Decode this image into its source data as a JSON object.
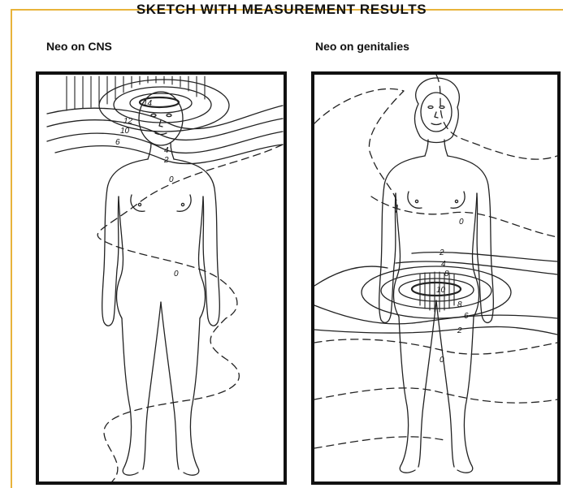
{
  "document": {
    "title": "SKETCH WITH MEASUREMENT RESULTS",
    "accent_color": "#e8b33a"
  },
  "panels": [
    {
      "label": "Neo on CNS",
      "contour_labels": [
        "14",
        "12",
        "10",
        "6",
        "4",
        "2",
        "0",
        "0"
      ]
    },
    {
      "label": "Neo on genitalies",
      "contour_labels": [
        "0",
        "2",
        "4",
        "8",
        "10",
        "8",
        "6",
        "2",
        "0"
      ]
    }
  ]
}
